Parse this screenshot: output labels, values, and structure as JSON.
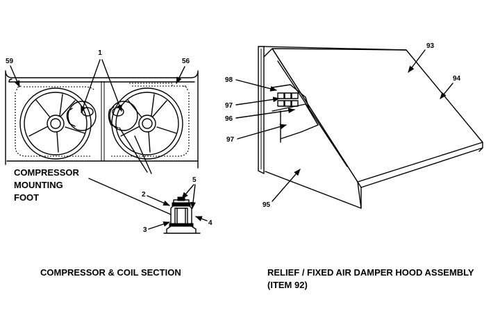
{
  "left_figure": {
    "callouts": {
      "item_1": "1",
      "item_59": "59",
      "item_56": "56",
      "item_2": "2",
      "item_3": "3",
      "item_4": "4",
      "item_5": "5"
    },
    "foot_label": [
      "COMPRESSOR",
      "MOUNTING",
      "FOOT"
    ],
    "caption": "COMPRESSOR & COIL SECTION"
  },
  "right_figure": {
    "callouts": {
      "item_93": "93",
      "item_94": "94",
      "item_98": "98",
      "item_97a": "97",
      "item_96": "96",
      "item_97b": "97",
      "item_95": "95"
    },
    "caption_line1": "RELIEF / FIXED AIR DAMPER HOOD ASSEMBLY",
    "caption_line2": "(ITEM 92)"
  }
}
